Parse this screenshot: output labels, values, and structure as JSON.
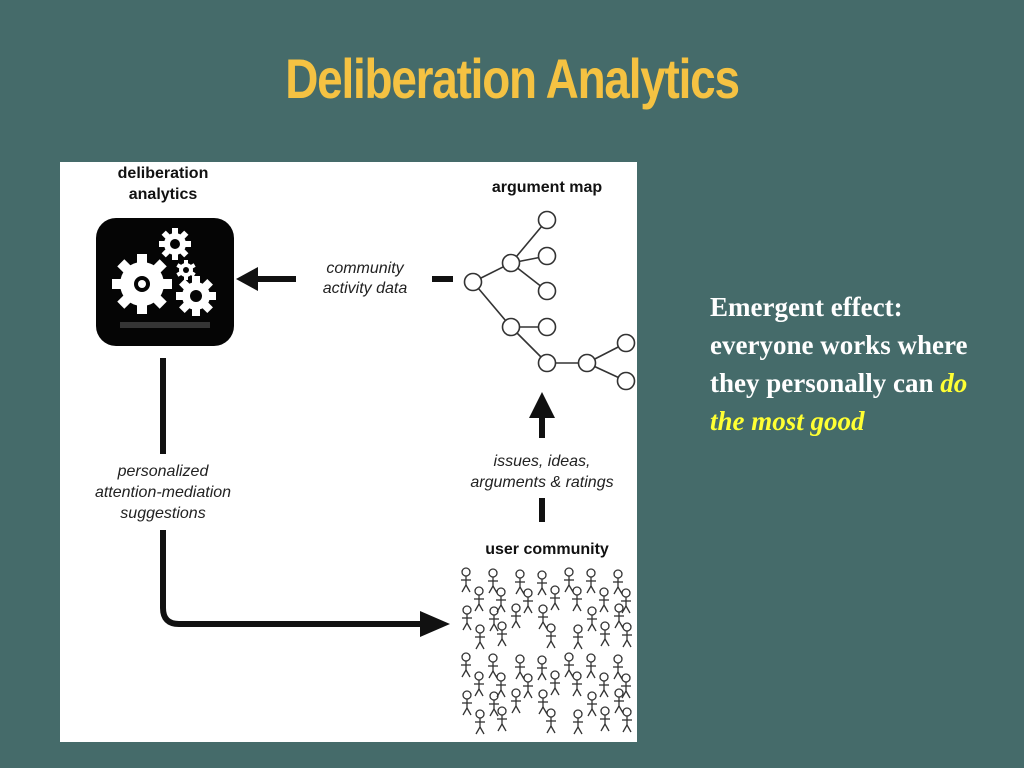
{
  "slide": {
    "title": "Deliberation Analytics"
  },
  "diagram": {
    "analytics_label_line1": "deliberation",
    "analytics_label_line2": "analytics",
    "argument_map_label": "argument map",
    "community_data_line1": "community",
    "community_data_line2": "activity data",
    "suggestions_line1": "personalized",
    "suggestions_line2": "attention-mediation",
    "suggestions_line3": "suggestions",
    "contributions_line1": "issues, ideas,",
    "contributions_line2": "arguments & ratings",
    "user_community_label": "user community"
  },
  "side_text": {
    "plain": "Emergent effect: everyone works where they personally can ",
    "highlight": "do the most good",
    "highlight_color": "#ffff33"
  },
  "colors": {
    "background": "#456b6a",
    "title": "#f5c242"
  }
}
